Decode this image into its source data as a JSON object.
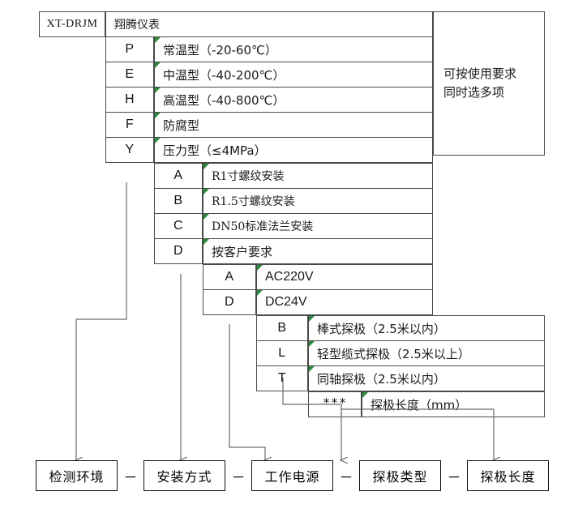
{
  "colors": {
    "table_border": "#4a4a4a",
    "connector": "#6b6b6b",
    "box_border": "#111111",
    "tick_green": "#2e8b3d",
    "text": "#1a1a1a",
    "background": "#ffffff"
  },
  "model_code": {
    "prefix": "XT-DRJM",
    "brand": "翔腾仪表"
  },
  "note": {
    "line1": "可按使用要求",
    "line2": "同时选多项"
  },
  "sections": {
    "environment": {
      "rows": [
        {
          "code": "P",
          "desc": "常温型（-20-60℃）"
        },
        {
          "code": "E",
          "desc": "中温型（-40-200℃）"
        },
        {
          "code": "H",
          "desc": "高温型（-40-800℃）"
        },
        {
          "code": "F",
          "desc": "防腐型"
        },
        {
          "code": "Y",
          "desc": "压力型（≤4MPa）"
        }
      ]
    },
    "mounting": {
      "rows": [
        {
          "code": "A",
          "desc": "R1寸螺纹安装"
        },
        {
          "code": "B",
          "desc": "R1.5寸螺纹安装"
        },
        {
          "code": "C",
          "desc": "DN50标准法兰安装"
        },
        {
          "code": "D",
          "desc": "按客户要求"
        }
      ]
    },
    "power": {
      "rows": [
        {
          "code": "A",
          "desc": "AC220V"
        },
        {
          "code": "D",
          "desc": "DC24V"
        }
      ]
    },
    "probe_type": {
      "rows": [
        {
          "code": "B",
          "desc": "棒式探极（2.5米以内）"
        },
        {
          "code": "L",
          "desc": "轻型缆式探极（2.5米以上）"
        },
        {
          "code": "T",
          "desc": "同轴探极（2.5米以内）"
        }
      ]
    },
    "probe_length": {
      "rows": [
        {
          "code": "***",
          "desc": "探极长度（mm）"
        }
      ]
    }
  },
  "legend_boxes": [
    {
      "label": "检测环境"
    },
    {
      "label": "安装方式"
    },
    {
      "label": "工作电源"
    },
    {
      "label": "探极类型"
    },
    {
      "label": "探极长度"
    }
  ],
  "separators": [
    "－",
    "－",
    "－",
    "－"
  ]
}
